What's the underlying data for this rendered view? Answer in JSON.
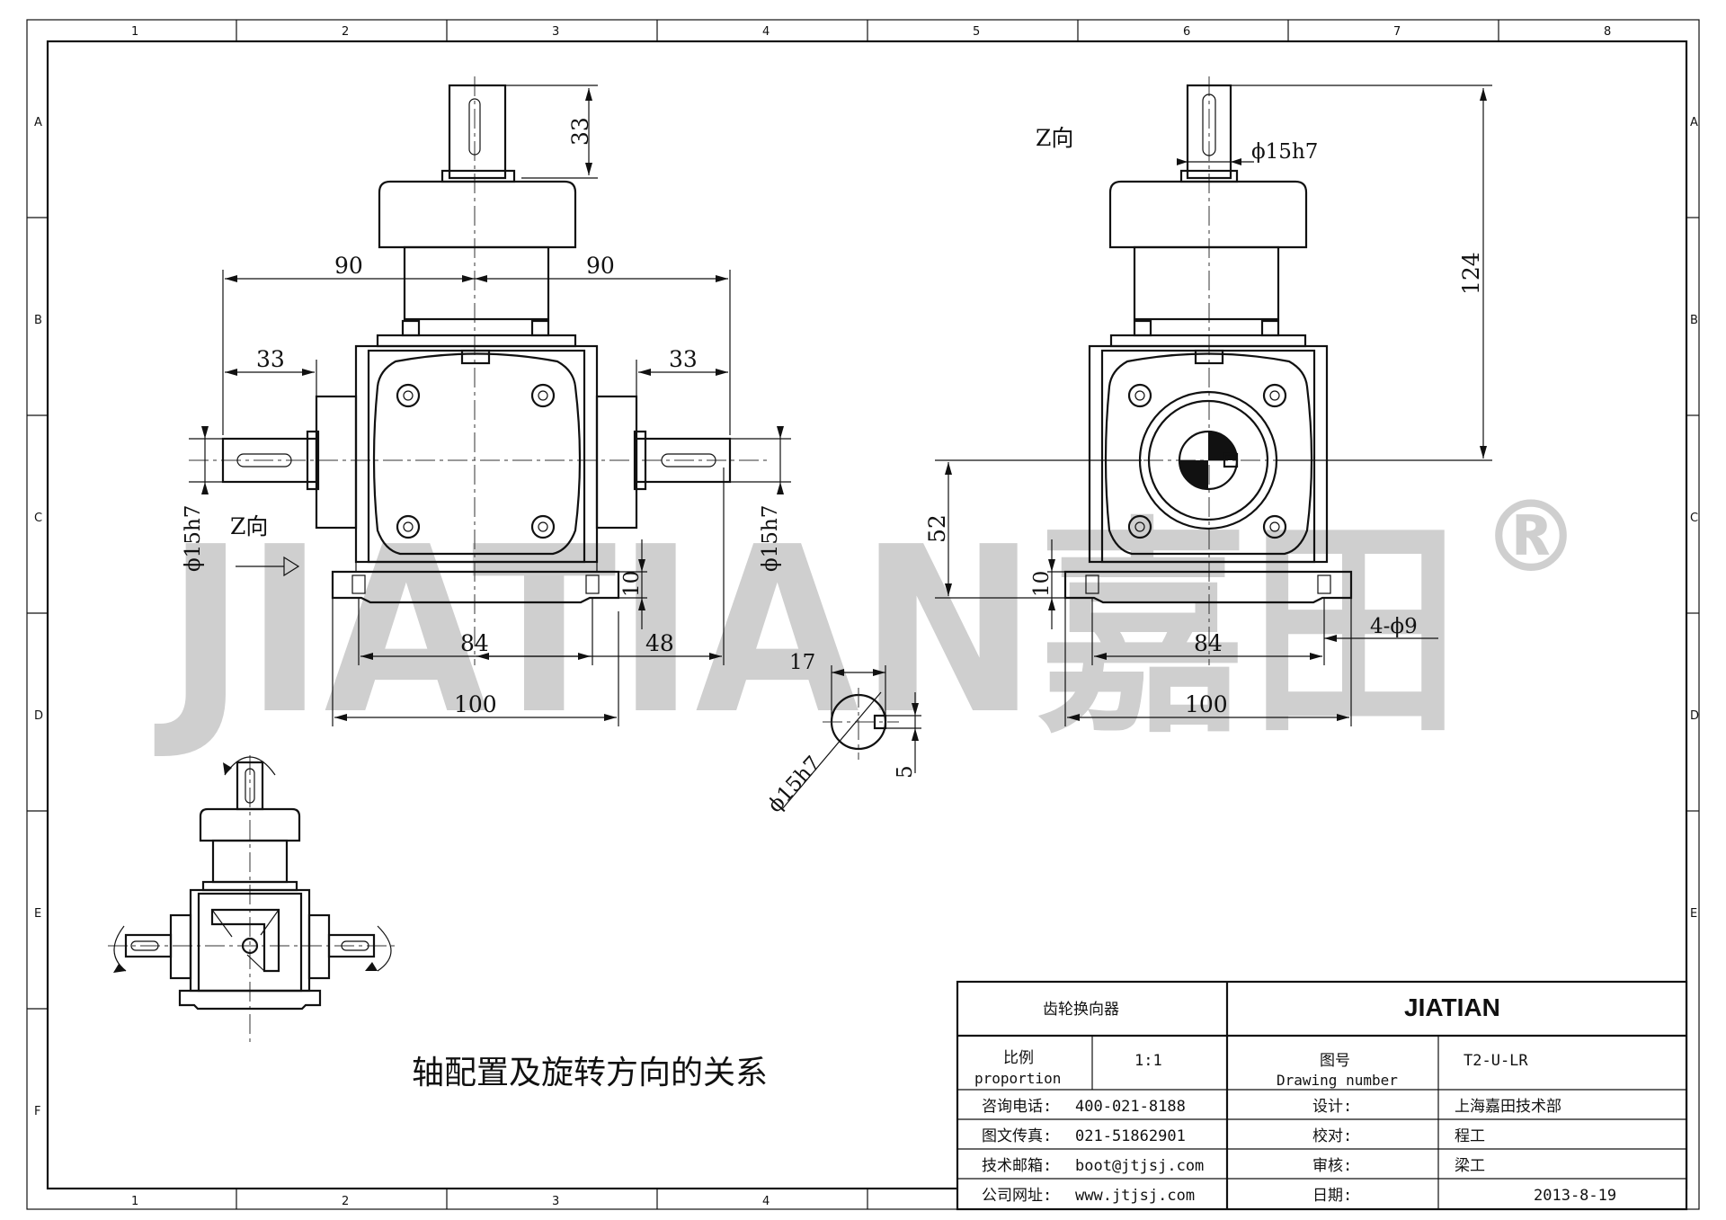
{
  "grid": {
    "cols": [
      "1",
      "2",
      "3",
      "4",
      "5",
      "6",
      "7",
      "8"
    ],
    "rows": [
      "A",
      "B",
      "C",
      "D",
      "E",
      "F"
    ]
  },
  "watermark": {
    "brand": "JIATIAN嘉田",
    "registered": "®"
  },
  "front_view": {
    "dims": {
      "shaft_len_top": "33",
      "half_width_left": "90",
      "half_width_right": "90",
      "shaft_len_left": "33",
      "shaft_len_right": "33",
      "dia_left": "ϕ15h7",
      "dia_right": "ϕ15h7",
      "base_thk": "10",
      "hole_span": "84",
      "base_offset": "48",
      "base_width": "100"
    },
    "view_label": "Z向"
  },
  "side_view": {
    "view_label": "Z向",
    "dims": {
      "shaft_dia": "ϕ15h7",
      "height": "124",
      "axis_height": "52",
      "base_thk": "10",
      "hole_span": "84",
      "holes": "4-ϕ9",
      "base_width": "100"
    }
  },
  "key_section": {
    "key_depth": "17",
    "key_width": "5",
    "dia": "ϕ15h7"
  },
  "caption": "轴配置及旋转方向的关系",
  "title_block": {
    "product": "齿轮换向器",
    "brand": "JIATIAN",
    "scale_label": "比例",
    "scale_label_en": "proportion",
    "scale_value": "1:1",
    "drawing_no_label": "图号",
    "drawing_no_label_en": "Drawing number",
    "drawing_no": "T2-U-LR",
    "phone_label": "咨询电话:",
    "phone": "400-021-8188",
    "fax_label": "图文传真:",
    "fax": "021-51862901",
    "email_label": "技术邮箱:",
    "email": "boot@jtjsj.com",
    "web_label": "公司网址:",
    "web": "www.jtjsj.com",
    "design_label": "设计:",
    "design": "上海嘉田技术部",
    "check_label": "校对:",
    "check": "程工",
    "review_label": "审核:",
    "review": "梁工",
    "date_label": "日期:",
    "date": "2013-8-19"
  }
}
